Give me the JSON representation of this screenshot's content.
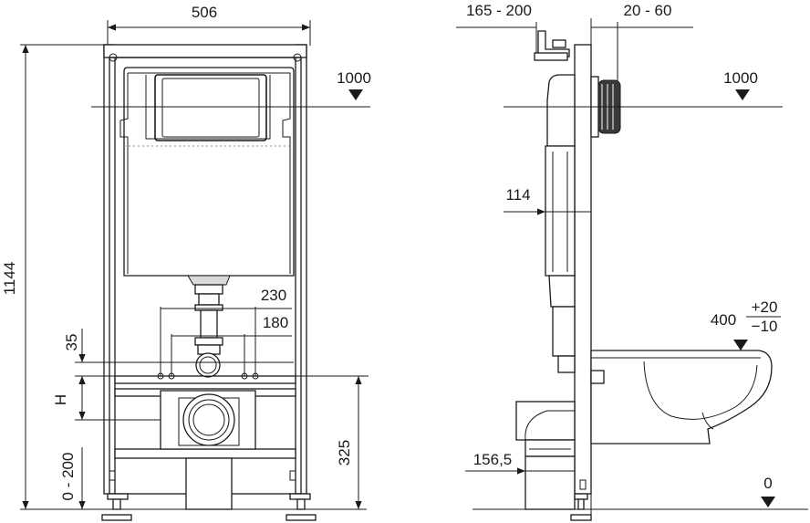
{
  "front_view": {
    "width_label": "506",
    "height_label": "1144",
    "level_label": "1000",
    "dim_230": "230",
    "dim_180": "180",
    "dim_35": "35",
    "dim_h": "H",
    "dim_325": "325",
    "dim_feet": "0 - 200"
  },
  "side_view": {
    "top_left_label": "165 - 200",
    "top_right_label": "20 - 60",
    "level_label": "1000",
    "dim_114": "114",
    "bowl_height_label": "400",
    "tol_plus": "+20",
    "tol_minus": "−10",
    "dim_156": "156,5",
    "floor_label": "0"
  },
  "colors": {
    "line": "#1a1a1a",
    "fill_gray": "#d9d9d9",
    "background": "#ffffff"
  }
}
